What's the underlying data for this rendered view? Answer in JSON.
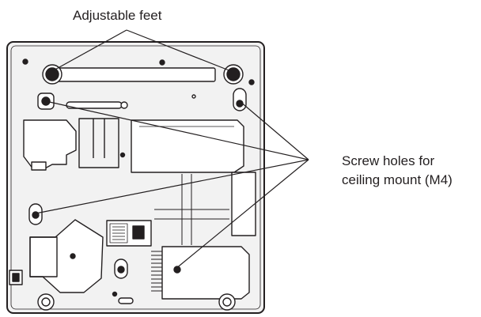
{
  "labels": {
    "adjustable_feet": "Adjustable feet",
    "screw_holes_line1": "Screw holes for",
    "screw_holes_line2": "ceiling mount (M4)"
  },
  "colors": {
    "outline": "#231f20",
    "body_fill": "#f2f2f2",
    "panel_fill": "#ffffff",
    "dark": "#231f20"
  }
}
